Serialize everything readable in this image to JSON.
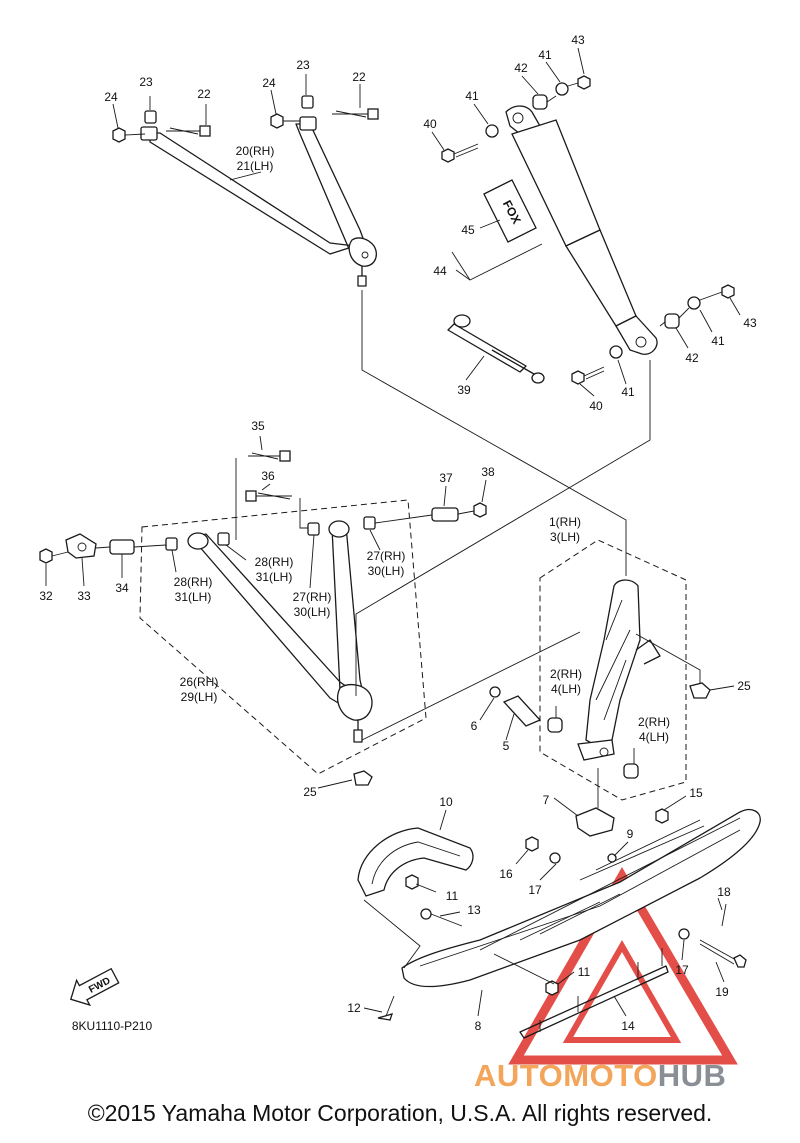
{
  "diagram": {
    "diagram_code": "8KU1110-P210",
    "fwd_label": "FWD",
    "copyright": "©2015 Yamaha Motor Corporation, U.S.A. All rights reserved.",
    "watermark": {
      "word1": "AUTOMOTO",
      "word2": "HUB",
      "color1": "#f3a55a",
      "color2": "#8a8f96",
      "triangle_color": "#e0302a"
    },
    "shock_brand": "FOX",
    "callouts": {
      "c1": "1(RH)",
      "c3": "3(LH)",
      "c2a": "2(RH)",
      "c4a": "4(LH)",
      "c2b": "2(RH)",
      "c4b": "4(LH)",
      "c5": "5",
      "c6": "6",
      "c7": "7",
      "c8": "8",
      "c9": "9",
      "c10": "10",
      "c11a": "11",
      "c11b": "11",
      "c12": "12",
      "c13": "13",
      "c14": "14",
      "c15": "15",
      "c16": "16",
      "c17a": "17",
      "c17b": "17",
      "c18": "18",
      "c19": "19",
      "c20": "20(RH)",
      "c21": "21(LH)",
      "c22a": "22",
      "c22b": "22",
      "c23a": "23",
      "c23b": "23",
      "c24a": "24",
      "c24b": "24",
      "c25a": "25",
      "c25b": "25",
      "c26": "26(RH)",
      "c29": "29(LH)",
      "c27a": "27(RH)",
      "c30a": "30(LH)",
      "c27b": "27(RH)",
      "c30b": "30(LH)",
      "c28a": "28(RH)",
      "c31a": "31(LH)",
      "c28b": "28(RH)",
      "c31b": "31(LH)",
      "c32": "32",
      "c33": "33",
      "c34": "34",
      "c35": "35",
      "c36": "36",
      "c37": "37",
      "c38": "38",
      "c39": "39",
      "c40a": "40",
      "c40b": "40",
      "c41a": "41",
      "c41b": "41",
      "c41c": "41",
      "c41d": "41",
      "c42a": "42",
      "c42b": "42",
      "c43a": "43",
      "c43b": "43",
      "c44": "44",
      "c45": "45"
    }
  }
}
